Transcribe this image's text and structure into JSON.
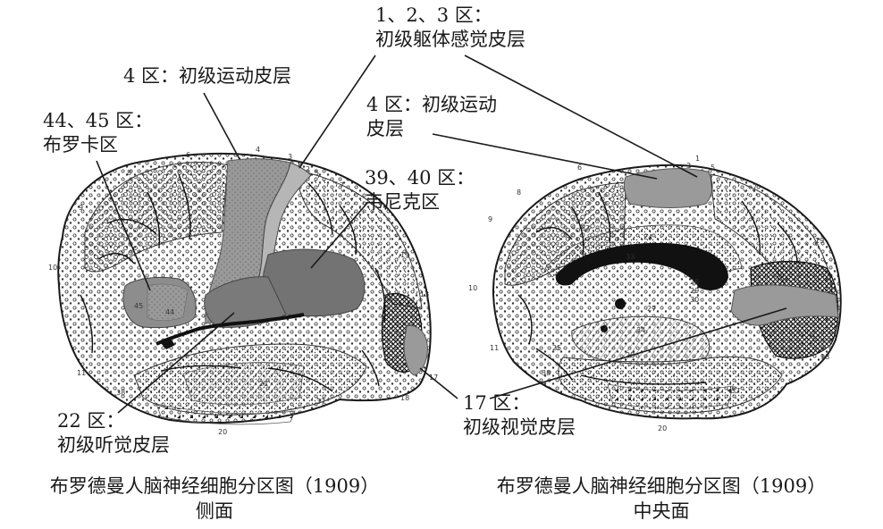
{
  "labels": {
    "area123": {
      "line1": "1、2、3 区：",
      "line2": "初级躯体感觉皮层"
    },
    "area4_left": "4 区：初级运动皮层",
    "area4445": {
      "line1": "44、45 区：",
      "line2": "布罗卡区"
    },
    "area4_right": {
      "line1": "4 区：初级运动",
      "line2": "皮层"
    },
    "area3940": {
      "line1": "39、40 区：",
      "line2": "韦尼克区"
    },
    "area22": {
      "line1": "22 区：",
      "line2": "初级听觉皮层"
    },
    "area17": {
      "line1": "17 区：",
      "line2": "初级视觉皮层"
    }
  },
  "captions": {
    "left": {
      "line1": "布罗德曼人脑神经细胞分区图（1909）",
      "line2": "侧面"
    },
    "right": {
      "line1": "布罗德曼人脑神经细胞分区图（1909）",
      "line2": "中央面"
    }
  },
  "area_numbers_left": [
    "1",
    "2",
    "3",
    "4",
    "5",
    "6",
    "7",
    "8",
    "9",
    "10",
    "11",
    "13",
    "17",
    "18",
    "19",
    "20",
    "21",
    "37",
    "38",
    "44",
    "45"
  ],
  "area_numbers_right": [
    "1",
    "3",
    "5",
    "6",
    "7",
    "8",
    "9",
    "10",
    "11",
    "17",
    "18",
    "19",
    "20",
    "24",
    "25",
    "26",
    "27",
    "28",
    "29",
    "30",
    "32",
    "33",
    "34",
    "37",
    "38"
  ],
  "colors": {
    "highlight_gray": "#9a9a9a",
    "dark_gray": "#737373",
    "light_gray": "#b6b6b6",
    "black": "#111111",
    "line": "#1a1a1a"
  }
}
